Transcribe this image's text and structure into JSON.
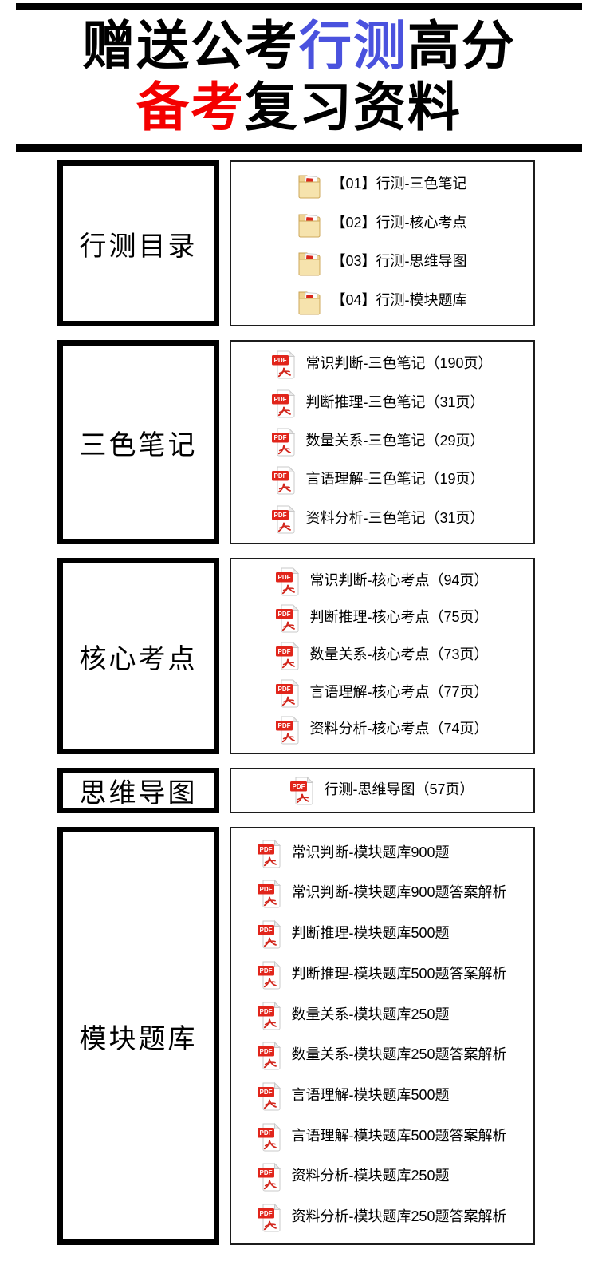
{
  "title": {
    "line1_pre": "赠送公考",
    "line1_accent": "行测",
    "line1_post": "高分",
    "line2_accent": "备考",
    "line2_post": "复习资料"
  },
  "colors": {
    "accent_blue": "#4a52de",
    "accent_red": "#f40000",
    "pdf_red": "#e1251b",
    "folder_yellow": "#f6e3ad"
  },
  "sections": [
    {
      "id": "catalog",
      "label": "行测目录",
      "icon": "folder-icon",
      "items": [
        "【01】行测-三色笔记",
        "【02】行测-核心考点",
        "【03】行测-思维导图",
        "【04】行测-模块题库"
      ]
    },
    {
      "id": "three-color-notes",
      "label": "三色笔记",
      "icon": "pdf-file-icon",
      "items": [
        "常识判断-三色笔记（190页）",
        "判断推理-三色笔记（31页）",
        "数量关系-三色笔记（29页）",
        "言语理解-三色笔记（19页）",
        "资料分析-三色笔记（31页）"
      ]
    },
    {
      "id": "core-points",
      "label": "核心考点",
      "icon": "pdf-file-icon",
      "items": [
        "常识判断-核心考点（94页）",
        "判断推理-核心考点（75页）",
        "数量关系-核心考点（73页）",
        "言语理解-核心考点（77页）",
        "资料分析-核心考点（74页）"
      ]
    },
    {
      "id": "mind-map",
      "label": "思维导图",
      "icon": "pdf-file-icon",
      "items": [
        "行测-思维导图（57页）"
      ]
    },
    {
      "id": "question-bank",
      "label": "模块题库",
      "icon": "pdf-file-icon",
      "items": [
        "常识判断-模块题库900题",
        "常识判断-模块题库900题答案解析",
        "判断推理-模块题库500题",
        "判断推理-模块题库500题答案解析",
        "数量关系-模块题库250题",
        "数量关系-模块题库250题答案解析",
        "言语理解-模块题库500题",
        "言语理解-模块题库500题答案解析",
        "资料分析-模块题库250题",
        "资料分析-模块题库250题答案解析"
      ]
    }
  ]
}
